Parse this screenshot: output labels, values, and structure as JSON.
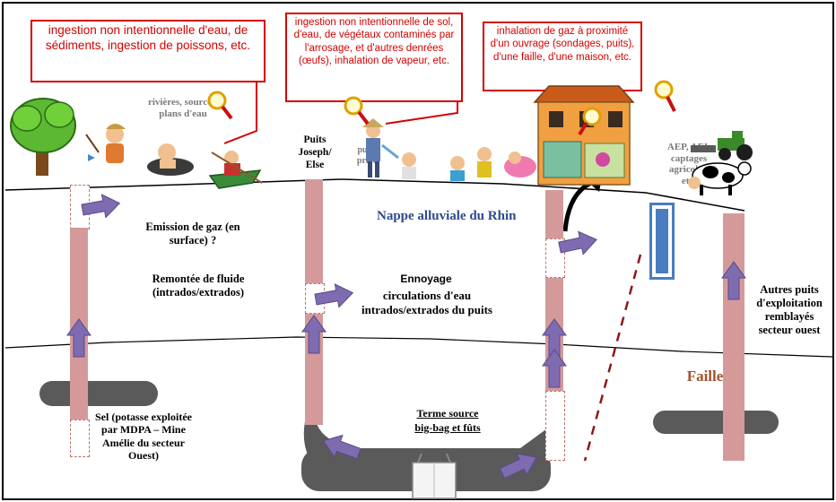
{
  "callouts": {
    "water": "ingestion non intentionnelle d'eau, de sédiments, ingestion de poissons, etc.",
    "soil": "ingestion non intentionnelle de sol, d'eau, de végétaux contaminés par l'arrosage, et d'autres denrées (œufs), inhalation de vapeur, etc.",
    "gas": "inhalation de gaz à proximité d'un ouvrage (sondages, puits), d'une faille, d'une maison, etc."
  },
  "labels": {
    "rivers": "rivières, sources, plans d'eau",
    "well_joseph": "Puits Joseph/ Else",
    "private_well": "puits privé",
    "aep": "AEP, AEI, captages agricoles, etc.",
    "gas_emission": "Emission de gaz (en surface) ?",
    "fluid_rise": "Remontée de fluide (intrados/extrados)",
    "aquifer": "Nappe alluviale du Rhin",
    "flooding_title": "Ennoyage",
    "flooding_desc": "circulations d'eau intrados/extrados du puits",
    "other_wells": "Autres puits d'exploitation remblayés secteur ouest",
    "fault": "Faille",
    "salt": "Sel (potasse exploitée par MDPA – Mine Amélie du secteur Ouest)",
    "source_term_1": "Terme source",
    "source_term_2": "big-bag  et fûts"
  },
  "colors": {
    "callout_red": "#d40000",
    "pillar_pink": "#d49a9a",
    "arrow_purple": "#7f6bb0",
    "layer_grey": "#5a5a5a",
    "aquifer_blue": "#2e4a8c",
    "fault_brown": "#a0522d",
    "well_blue": "#4a7cc0"
  },
  "icons": [
    "tree-icon",
    "magnifier-icon",
    "house-icon",
    "tractor-icon",
    "cow-icon",
    "big-bag-icon",
    "fisher-icon",
    "swimmer-icon",
    "canoe-icon",
    "gardener-icon",
    "children-icon"
  ]
}
